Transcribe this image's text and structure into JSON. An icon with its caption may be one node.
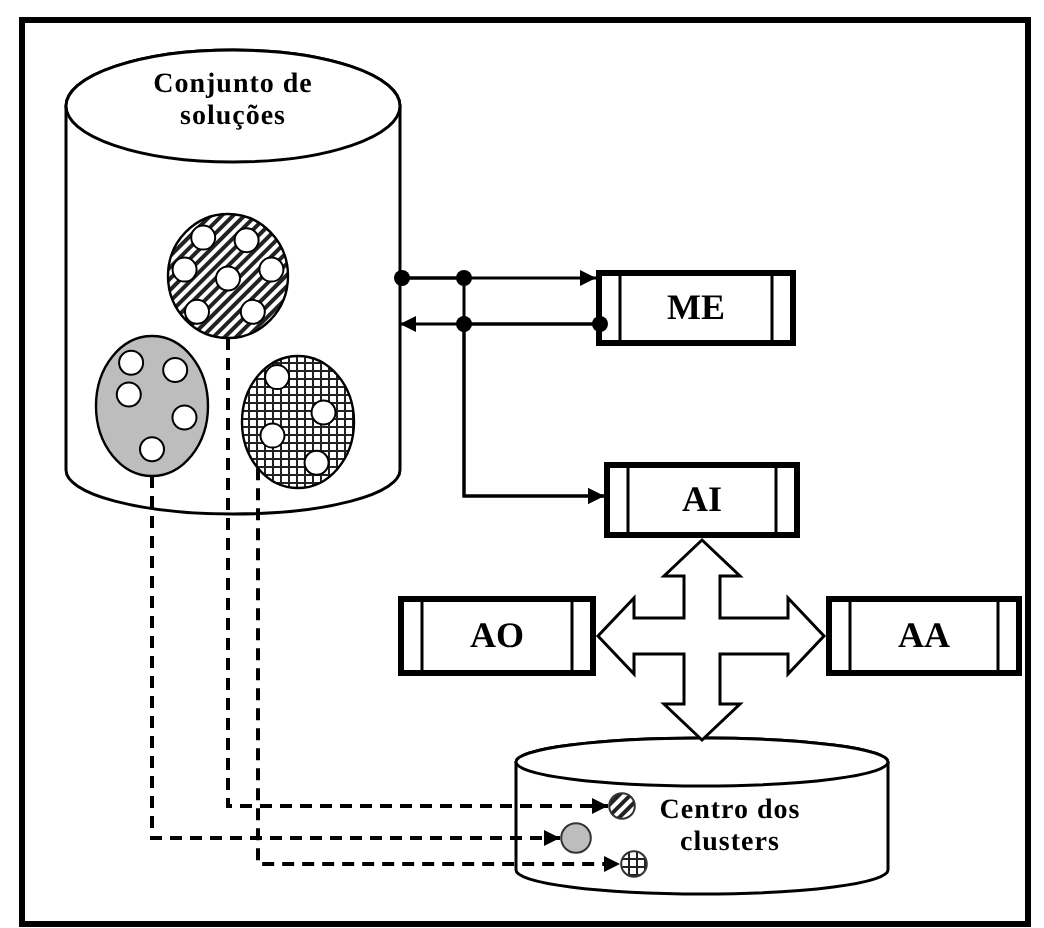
{
  "diagram": {
    "nodes": [
      {
        "text": [
          "Conjunto de soluções"
        ]
      },
      {
        "text": [],
        "shape": "ellipse",
        "in": 0
      },
      {
        "text": [],
        "shape": "ellipse",
        "in": 0
      },
      {
        "text": [],
        "shape": "ellipse",
        "in": 0
      },
      {
        "text": [
          "ME"
        ]
      },
      {
        "text": [
          "AI"
        ]
      },
      {
        "text": [
          "AO"
        ]
      },
      {
        "text": [
          "AA"
        ]
      },
      {
        "text": [
          "Centro dos clusters"
        ]
      },
      {
        "text": [],
        "shape": "circle",
        "in": 8
      },
      {
        "text": [],
        "shape": "circle",
        "in": 8
      },
      {
        "text": [],
        "shape": "circle",
        "in": 8
      }
    ],
    "edges": [
      {
        "from": 0,
        "to": 4,
        "arrow": "to"
      },
      {
        "from": 4,
        "to": 0,
        "arrow": "to"
      },
      {
        "from": 0,
        "to": 5,
        "arrow": "to"
      },
      {
        "from": 4,
        "to": 5,
        "arrow": "to"
      },
      {
        "from": 1,
        "to": 9,
        "arrow": "to",
        "style": "dashed"
      },
      {
        "from": 2,
        "to": 10,
        "arrow": "to",
        "style": "dashed"
      },
      {
        "from": 3,
        "to": 11,
        "arrow": "to",
        "style": "dashed"
      },
      {
        "from": 6,
        "to": 7,
        "arrow": "both",
        "style": "thick"
      },
      {
        "from": 5,
        "to": 8,
        "arrow": "both",
        "style": "thick"
      }
    ]
  }
}
